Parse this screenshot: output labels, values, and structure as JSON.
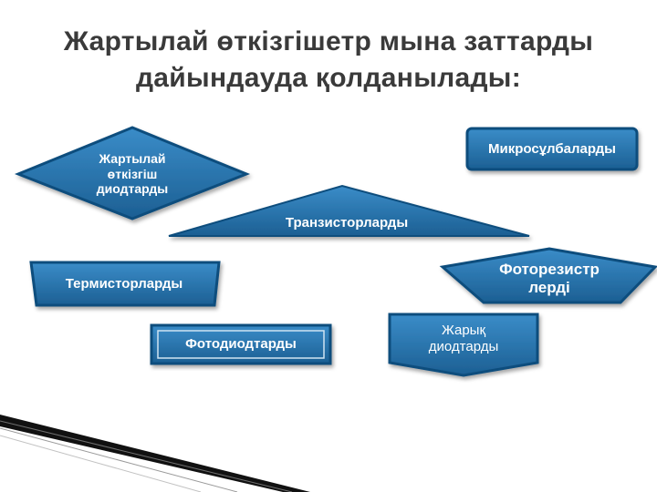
{
  "title": {
    "line1": "Жартылай өткізгішетр мына заттарды",
    "line2": "дайындауда қолданылады:"
  },
  "items": {
    "diodes_semiconductor": {
      "line1": "Жартылай",
      "line2": "өткізгіш",
      "line3": "диодтарды"
    },
    "microchips": "Микросұлбаларды",
    "transistors": "Транзисторларды",
    "thermistors": "Термисторларды",
    "photoresistors": {
      "line1": "Фоторезистр",
      "line2": "лердi"
    },
    "photodiodes": "Фотодиодтарды",
    "leds": {
      "line1": "Жарық",
      "line2": "диодтарды"
    }
  },
  "colors": {
    "shape_fill": "#1f6fa8",
    "shape_stroke": "#0f4d7d",
    "text": "#ffffff",
    "title": "#3a3a3a"
  }
}
